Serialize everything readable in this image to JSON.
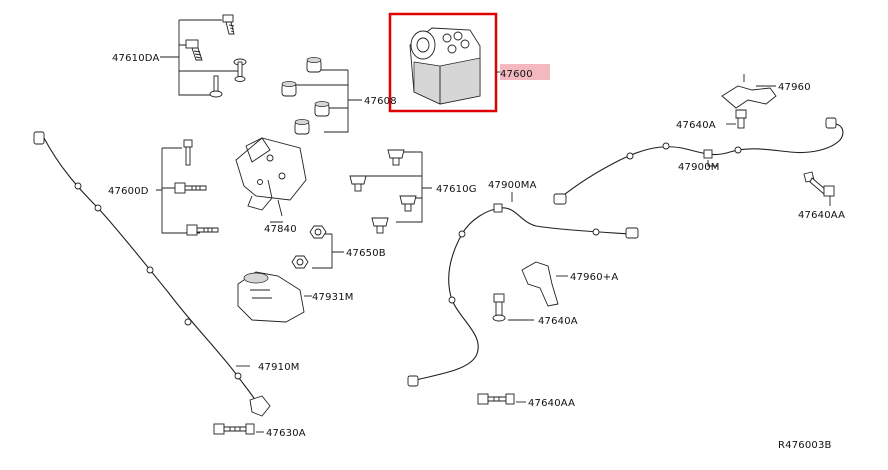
{
  "diagram": {
    "reference_code": "R476003B",
    "highlight_color": "#e00000",
    "highlight_label_bg": "#f4b8c0",
    "labels": {
      "l_47610DA": "47610DA",
      "l_47608": "47608",
      "l_47600": "47600",
      "l_47960": "47960",
      "l_47640A_top": "47640A",
      "l_47900M": "47900M",
      "l_47640AA_right": "47640AA",
      "l_47600D": "47600D",
      "l_47840": "47840",
      "l_47610G": "47610G",
      "l_47900MA": "47900MA",
      "l_47650B": "47650B",
      "l_47960A": "47960+A",
      "l_47931M": "47931M",
      "l_47640A_mid": "47640A",
      "l_47910M": "47910M",
      "l_47640AA_bottom": "47640AA",
      "l_47630A": "47630A"
    }
  }
}
